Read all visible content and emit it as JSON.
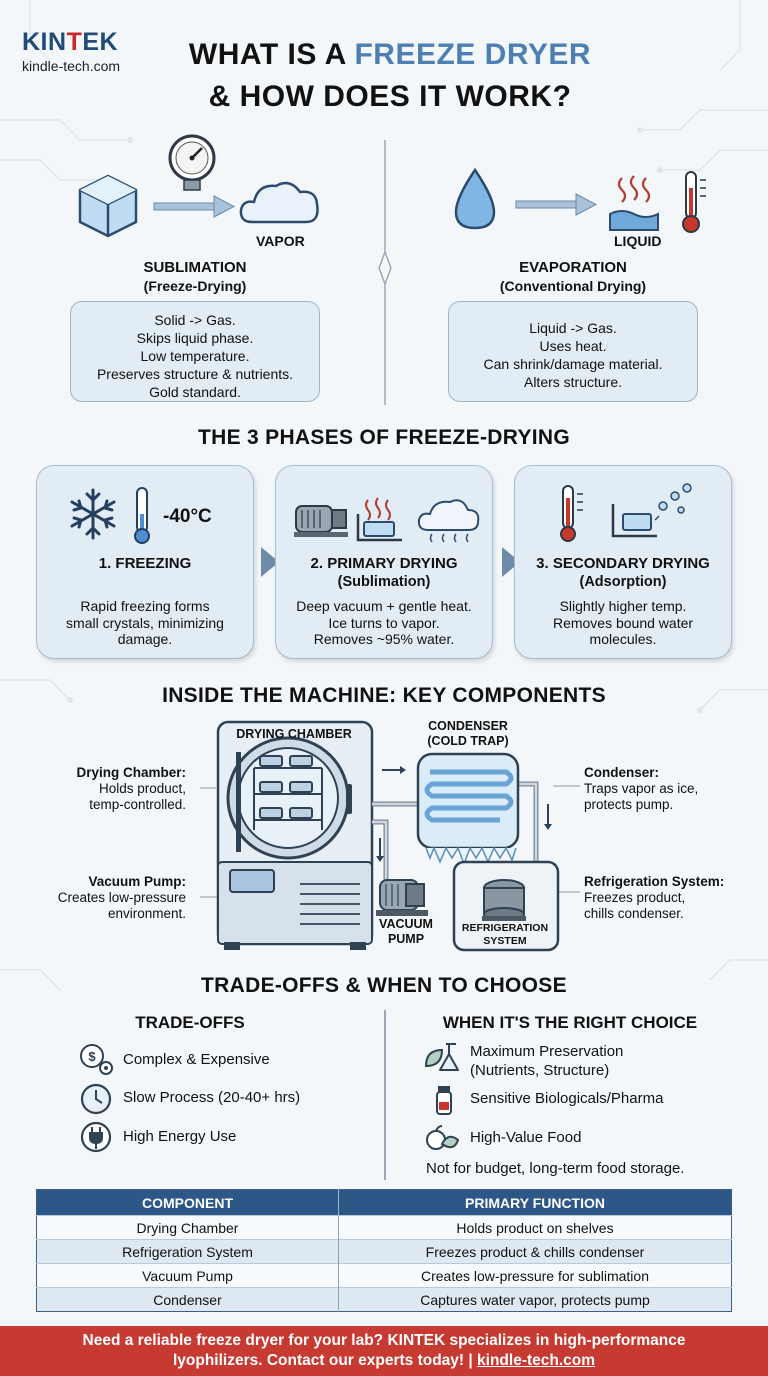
{
  "brand": {
    "name_part1": "KIN",
    "name_part2": "T",
    "name_part3": "EK",
    "url": "kindle-tech.com"
  },
  "title": {
    "line1_a": "WHAT IS A ",
    "line1_b": "FREEZE DRYER",
    "line2": "& HOW DOES IT WORK?"
  },
  "comparison": {
    "left": {
      "icon_label": "VAPOR",
      "title": "SUBLIMATION",
      "subtitle": "(Freeze-Drying)",
      "points": [
        "Solid -> Gas.",
        "Skips liquid phase.",
        "Low temperature.",
        "Preserves structure & nutrients.",
        "Gold standard."
      ]
    },
    "right": {
      "icon_label": "LIQUID",
      "title": "EVAPORATION",
      "subtitle": "(Conventional Drying)",
      "points": [
        "Liquid -> Gas.",
        "Uses heat.",
        "Can shrink/damage material.",
        "Alters structure."
      ]
    }
  },
  "phases": {
    "heading": "THE 3 PHASES OF FREEZE-DRYING",
    "items": [
      {
        "title": "1. FREEZING",
        "subtitle": "",
        "temp": "-40°C",
        "body": [
          "Rapid freezing forms",
          "small crystals, minimizing",
          "damage."
        ]
      },
      {
        "title": "2. PRIMARY DRYING",
        "subtitle": "(Sublimation)",
        "body": [
          "Deep vacuum + gentle heat.",
          "Ice turns to vapor.",
          "Removes ~95% water."
        ]
      },
      {
        "title": "3. SECONDARY DRYING",
        "subtitle": "(Adsorption)",
        "body": [
          "Slightly higher temp.",
          "Removes bound water",
          "molecules."
        ]
      }
    ]
  },
  "machine": {
    "heading": "INSIDE THE MACHINE: KEY COMPONENTS",
    "diagram_labels": {
      "chamber": "DRYING CHAMBER",
      "condenser_1": "CONDENSER",
      "condenser_2": "(COLD TRAP)",
      "pump_1": "VACUUM",
      "pump_2": "PUMP",
      "refrig_1": "REFRIGERATION",
      "refrig_2": "SYSTEM"
    },
    "callouts": {
      "chamber": {
        "name": "Drying Chamber:",
        "lines": [
          "Holds product,",
          "temp-controlled."
        ]
      },
      "pump": {
        "name": "Vacuum Pump:",
        "lines": [
          "Creates low-pressure",
          "environment."
        ]
      },
      "condenser": {
        "name": "Condenser:",
        "lines": [
          "Traps vapor as ice,",
          "protects pump."
        ]
      },
      "refrig": {
        "name": "Refrigeration System:",
        "lines": [
          "Freezes product,",
          "chills condenser."
        ]
      }
    }
  },
  "tradeoffs": {
    "heading": "TRADE-OFFS & WHEN TO CHOOSE",
    "left_heading": "TRADE-OFFS",
    "left_items": [
      "Complex & Expensive",
      "Slow Process (20-40+ hrs)",
      "High Energy Use"
    ],
    "right_heading": "WHEN IT'S THE RIGHT CHOICE",
    "right_items": [
      "Maximum Preservation",
      "(Nutrients, Structure)",
      "Sensitive Biologicals/Pharma",
      "High-Value Food"
    ],
    "note": "Not for budget, long-term food storage."
  },
  "table": {
    "headers": [
      "COMPONENT",
      "PRIMARY FUNCTION"
    ],
    "rows": [
      [
        "Drying Chamber",
        "Holds product on shelves"
      ],
      [
        "Refrigeration System",
        "Freezes product & chills condenser"
      ],
      [
        "Vacuum Pump",
        "Creates low-pressure for sublimation"
      ],
      [
        "Condenser",
        "Captures water vapor, protects pump"
      ]
    ]
  },
  "footer": {
    "line1": "Need a reliable freeze dryer for your lab? KINTEK specializes in high-performance",
    "line2": "lyophilizers. Contact our experts today! | ",
    "link": "kindle-tech.com"
  },
  "colors": {
    "accent_blue": "#4d7fb3",
    "navy": "#2c5787",
    "brand_red": "#c73a32",
    "box_fill": "#e1ecf4"
  }
}
